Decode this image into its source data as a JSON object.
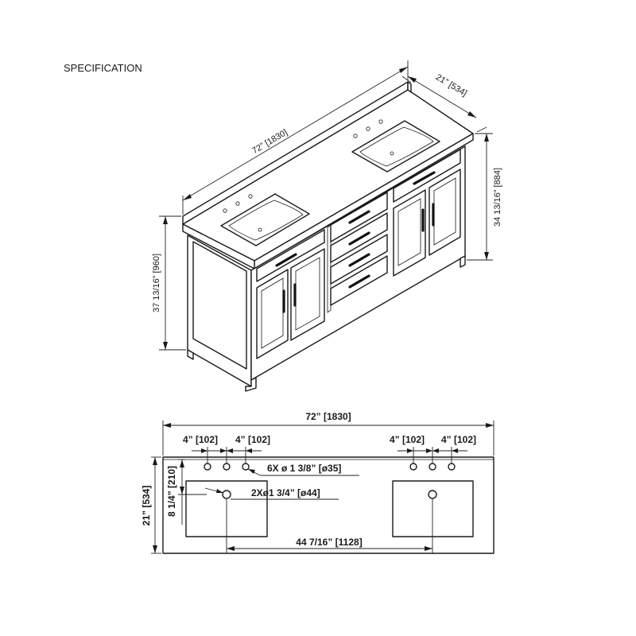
{
  "header": {
    "title": "SPECIFICATION"
  },
  "iso_view": {
    "dims": {
      "width": "72” [1830]",
      "depth": "21” [534]",
      "height_backsplash": "37 13/16” [960]",
      "height_counter": "34 13/16” [884]"
    }
  },
  "top_view": {
    "dims": {
      "overall_width": "72” [1830]",
      "spacing_left_a": "4” [102]",
      "spacing_left_b": "4” [102]",
      "spacing_right_a": "4” [102]",
      "spacing_right_b": "4” [102]",
      "faucet_holes": "6X ø 1 3/8” [ø35]",
      "drain_holes": "2Xø1 3/4” [ø44]",
      "depth": "21” [534]",
      "sink_offset": "8 1/4” [210]",
      "sink_spacing": "44 7/16” [1128]"
    }
  }
}
